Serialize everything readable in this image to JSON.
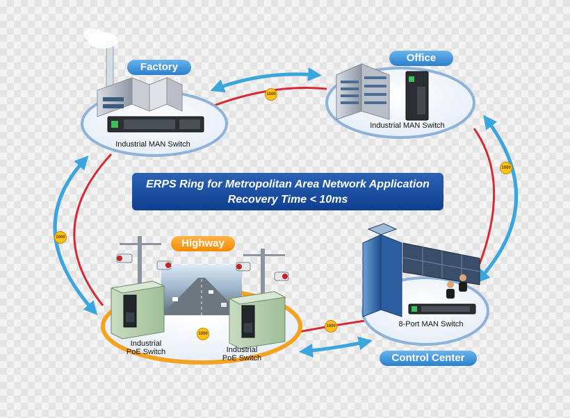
{
  "title": {
    "line1": "ERPS Ring for Metropolitan Area Network Application",
    "line2": "Recovery Time < 10ms"
  },
  "sites": {
    "factory": {
      "label": "Factory",
      "device": "Industrial MAN Switch"
    },
    "office": {
      "label": "Office",
      "device": "Industrial MAN Switch"
    },
    "highway": {
      "label": "Highway",
      "device_left_line1": "Industrial",
      "device_left_line2": "PoE Switch",
      "device_right_line1": "Industrial",
      "device_right_line2": "PoE Switch"
    },
    "control_center": {
      "label": "Control Center",
      "device": "8-Port MAN Switch"
    }
  },
  "link_speed": "1000",
  "colors": {
    "ring": "#d62a34",
    "arrow": "#3aa6dd",
    "pill_blue": "#4d9de0",
    "pill_orange": "#f59a1c",
    "title_bg": "#1a4c9f"
  }
}
